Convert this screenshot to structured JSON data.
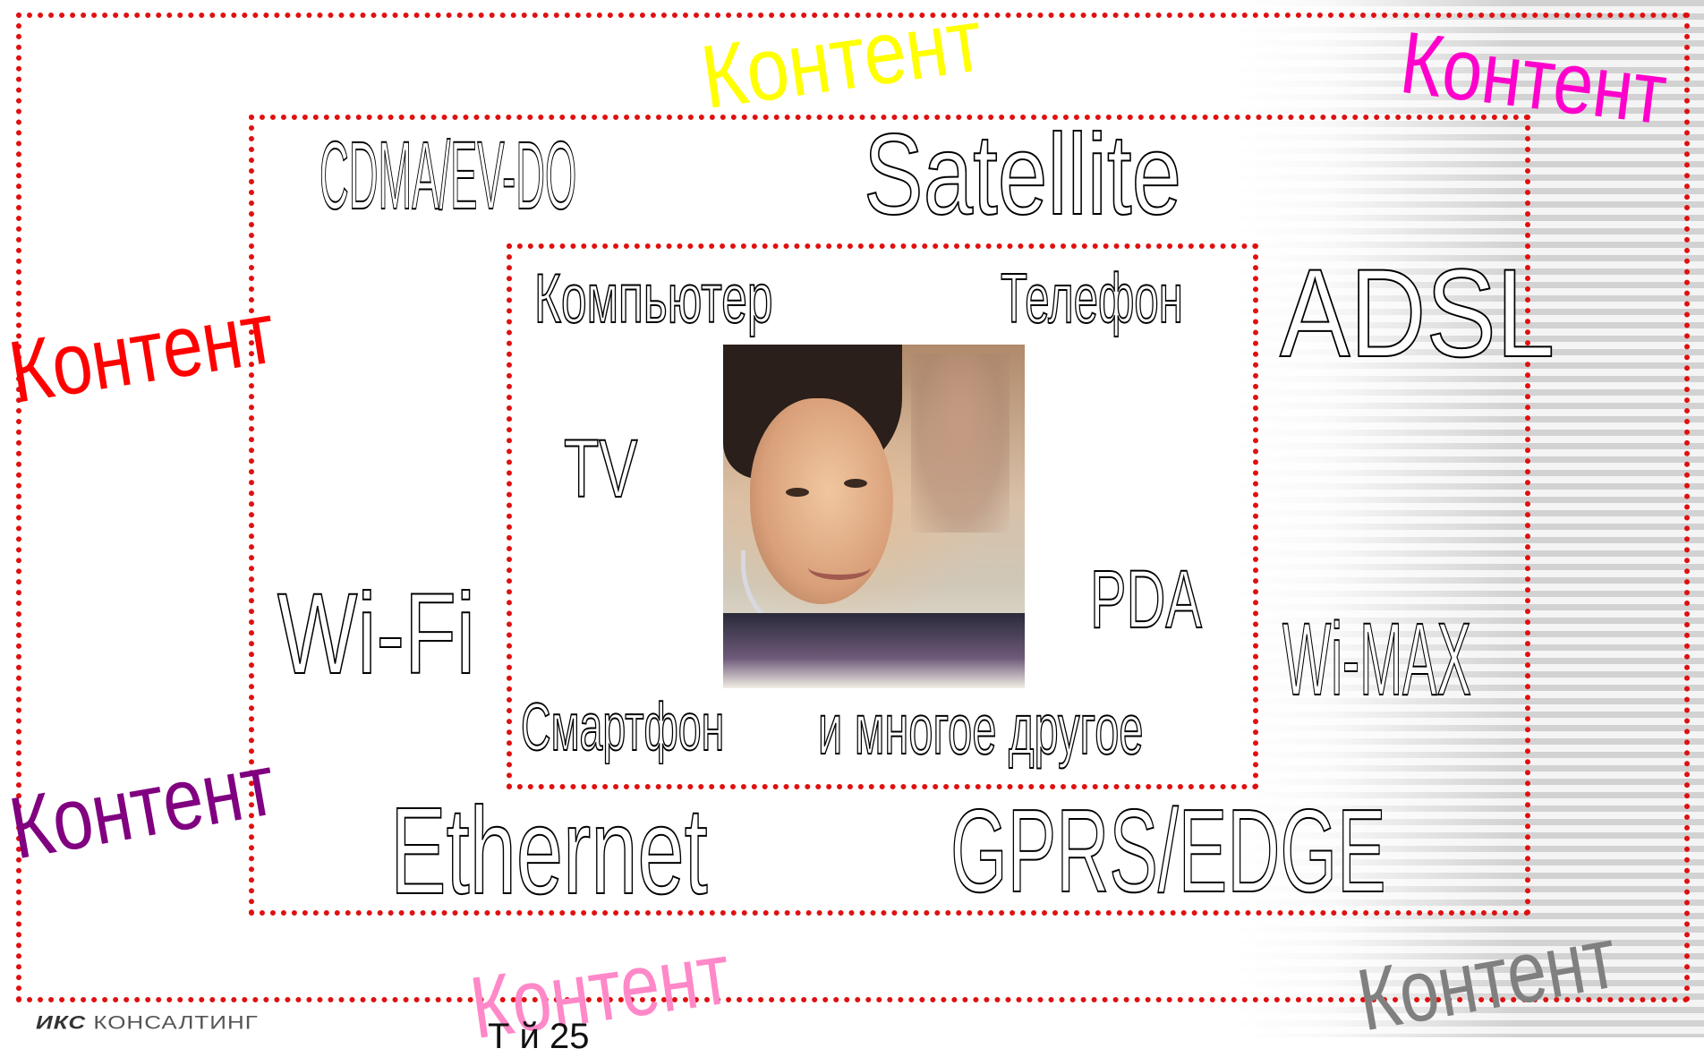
{
  "content_words": [
    {
      "text": "Контент",
      "color": "#ffff00"
    },
    {
      "text": "Контент",
      "color": "#ff00cc"
    },
    {
      "text": "Контент",
      "color": "#ff0000"
    },
    {
      "text": "Контент",
      "color": "#800080"
    },
    {
      "text": "Контент",
      "color": "#ff88c8"
    },
    {
      "text": "Контент",
      "color": "#808080"
    }
  ],
  "networks": {
    "cdma": "CDMA/EV-DO",
    "satellite": "Satellite",
    "adsl": "ADSL",
    "wifi": "Wi-Fi",
    "wimax": "Wi-MAX",
    "ethernet": "Ethernet",
    "gprs": "GPRS/EDGE"
  },
  "devices": {
    "computer": "Компьютер",
    "phone": "Телефон",
    "tv": "TV",
    "pda": "PDA",
    "smartphone": "Смартфон",
    "other": "и многое другое"
  },
  "footer": {
    "logo_bold": "ИКС",
    "logo_rest": "КОНСАЛТИНГ",
    "text": "Т                                              й          25"
  },
  "colors": {
    "frame": "#e01010",
    "outline_text": "#000000"
  }
}
